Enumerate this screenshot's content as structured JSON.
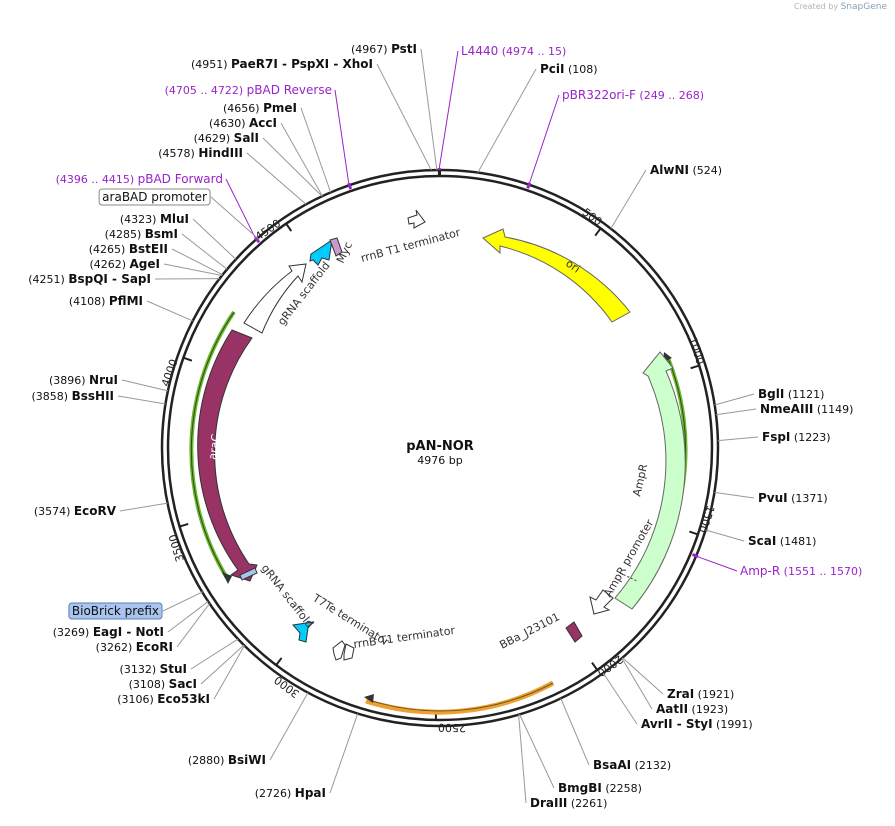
{
  "watermark": {
    "prefix": "Created by",
    "brand": "SnapGene"
  },
  "plasmid": {
    "name": "pAN-NOR",
    "size_label": "4976 bp",
    "length": 4976
  },
  "ticks": [
    "500",
    "1000",
    "1500",
    "2000",
    "2500",
    "3000",
    "3500",
    "4000",
    "4500"
  ],
  "sites": [
    {
      "name": "PstI",
      "pos": "(4967)",
      "loc": 4967
    },
    {
      "name": "PciI",
      "pos": "(108)",
      "loc": 108
    },
    {
      "name": "AlwNI",
      "pos": "(524)",
      "loc": 524
    },
    {
      "name": "BglI",
      "pos": "(1121)",
      "loc": 1121
    },
    {
      "name": "NmeAIII",
      "pos": "(1149)",
      "loc": 1149
    },
    {
      "name": "FspI",
      "pos": "(1223)",
      "loc": 1223
    },
    {
      "name": "PvuI",
      "pos": "(1371)",
      "loc": 1371
    },
    {
      "name": "ScaI",
      "pos": "(1481)",
      "loc": 1481
    },
    {
      "name": "ZraI",
      "pos": "(1921)",
      "loc": 1921
    },
    {
      "name": "AatII",
      "pos": "(1923)",
      "loc": 1923
    },
    {
      "name": "AvrII  -  StyI",
      "pos": "(1991)",
      "loc": 1991
    },
    {
      "name": "BsaAI",
      "pos": "(2132)",
      "loc": 2132
    },
    {
      "name": "BmgBI",
      "pos": "(2258)",
      "loc": 2258
    },
    {
      "name": "DraIII",
      "pos": "(2261)",
      "loc": 2261
    },
    {
      "name": "HpaI",
      "pos": "(2726)",
      "loc": 2726
    },
    {
      "name": "BsiWI",
      "pos": "(2880)",
      "loc": 2880
    },
    {
      "name": "Eco53kI",
      "pos": "(3106)",
      "loc": 3106
    },
    {
      "name": "SacI",
      "pos": "(3108)",
      "loc": 3108
    },
    {
      "name": "StuI",
      "pos": "(3132)",
      "loc": 3132
    },
    {
      "name": "EcoRI",
      "pos": "(3262)",
      "loc": 3262
    },
    {
      "name": "EagI  -  NotI",
      "pos": "(3269)",
      "loc": 3269
    },
    {
      "name": "EcoRV",
      "pos": "(3574)",
      "loc": 3574
    },
    {
      "name": "BssHII",
      "pos": "(3858)",
      "loc": 3858
    },
    {
      "name": "NruI",
      "pos": "(3896)",
      "loc": 3896
    },
    {
      "name": "PflMI",
      "pos": "(4108)",
      "loc": 4108
    },
    {
      "name": "BspQI  -  SapI",
      "pos": "(4251)",
      "loc": 4251
    },
    {
      "name": "AgeI",
      "pos": "(4262)",
      "loc": 4262
    },
    {
      "name": "BstEII",
      "pos": "(4265)",
      "loc": 4265
    },
    {
      "name": "BsmI",
      "pos": "(4285)",
      "loc": 4285
    },
    {
      "name": "MluI",
      "pos": "(4323)",
      "loc": 4323
    },
    {
      "name": "HindIII",
      "pos": "(4578)",
      "loc": 4578
    },
    {
      "name": "SalI",
      "pos": "(4629)",
      "loc": 4629
    },
    {
      "name": "AccI",
      "pos": "(4630)",
      "loc": 4630
    },
    {
      "name": "PmeI",
      "pos": "(4656)",
      "loc": 4656
    },
    {
      "name": "PaeR7I  -  PspXI  -  XhoI",
      "pos": "(4951)",
      "loc": 4951
    }
  ],
  "primers": [
    {
      "name": "L4440",
      "range": "(4974 .. 15)",
      "loc": 4974
    },
    {
      "name": "pBR322ori-F",
      "range": "(249 .. 268)",
      "loc": 258
    },
    {
      "name": "Amp-R",
      "range": "(1551 .. 1570)",
      "loc": 1560
    },
    {
      "name": "pBAD Reverse",
      "range": "(4705 .. 4722)",
      "loc": 4713
    },
    {
      "name": "pBAD Forward",
      "range": "(4396 .. 4415)",
      "loc": 4405
    }
  ],
  "boxed_labels": [
    {
      "name": "araBAD promoter",
      "loc": 4410
    },
    {
      "name": "BioBrick prefix",
      "loc": 3300
    }
  ],
  "features": [
    {
      "name": "ori",
      "color": "#ffff00"
    },
    {
      "name": "AmpR",
      "color": "#ccffcc"
    },
    {
      "name": "AmpR promoter",
      "color": "#ffffff"
    },
    {
      "name": "BBa_J23101",
      "color": "#993366"
    },
    {
      "name": "rrnB T1 terminator",
      "color": "#ffffff"
    },
    {
      "name": "T7Te terminator",
      "color": "#ffffff"
    },
    {
      "name": "gRNA scaffold",
      "color": "#00ccff"
    },
    {
      "name": "araC",
      "color": "#993366"
    },
    {
      "name": "Myc",
      "color": "#cc99cc"
    }
  ],
  "colors": {
    "primer": "#9a24c9",
    "feature_outline": "#333333",
    "arc_orange": "#f0a030",
    "arc_green": "#6ab82c"
  }
}
